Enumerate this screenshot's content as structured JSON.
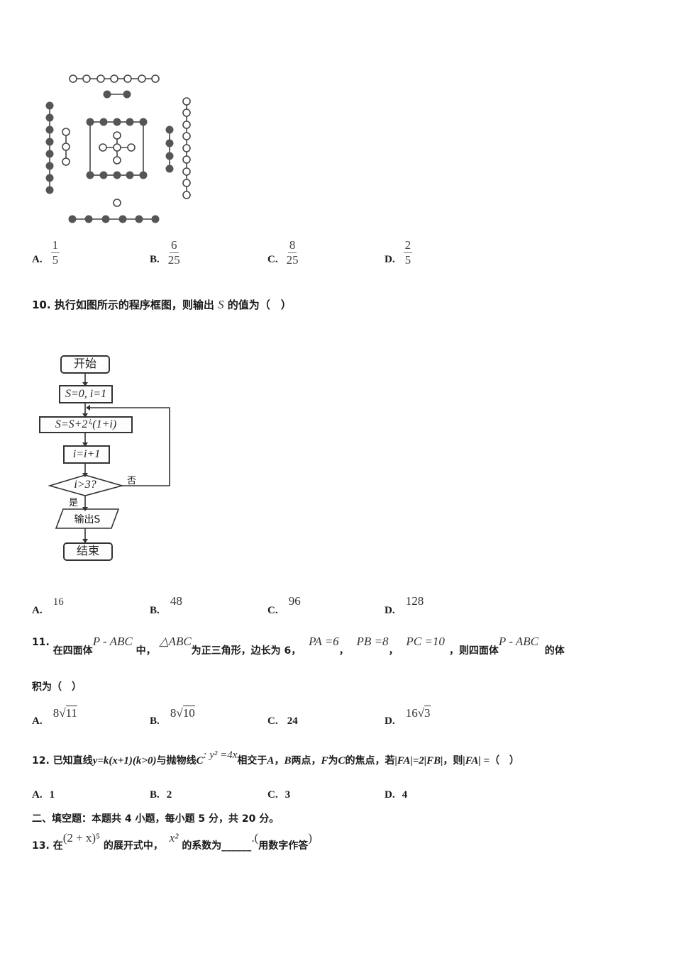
{
  "q9": {
    "figure": "luoshu-dot-diagram",
    "options": [
      {
        "label": "A.",
        "num": "1",
        "den": "5"
      },
      {
        "label": "B.",
        "num": "6",
        "den": "25"
      },
      {
        "label": "C.",
        "num": "8",
        "den": "25"
      },
      {
        "label": "D.",
        "num": "2",
        "den": "5"
      }
    ]
  },
  "q10": {
    "number": "10.",
    "text_before": "执行如图所示的程序框图，则输出",
    "var": "S",
    "text_after": "的值为（　）",
    "flowchart": {
      "start": "开始",
      "init": "S=0, i=1",
      "update_s": "S=S+2ⁱ·(1+i)",
      "update_i": "i=i+1",
      "condition": "i>3?",
      "no": "否",
      "yes": "是",
      "output": "输出S",
      "end": "结束"
    },
    "options": [
      {
        "label": "A.",
        "value": "16"
      },
      {
        "label": "B.",
        "value": "48"
      },
      {
        "label": "C.",
        "value": "96"
      },
      {
        "label": "D.",
        "value": "128"
      }
    ]
  },
  "q11": {
    "number": "11.",
    "t1": "在四面体",
    "m1": "P - ABC",
    "t2": "中，",
    "m2": "△ABC",
    "t3": "为正三角形，边长为 6，",
    "m3": "PA =6",
    "t4": "，",
    "m4": "PB =8",
    "t5": "，",
    "m5": "PC =10",
    "t6": "，则四面体",
    "m6": "P - ABC",
    "t7": "的体",
    "line2": "积为（　）",
    "options": [
      {
        "label": "A.",
        "coef": "8",
        "rad": "11"
      },
      {
        "label": "B.",
        "coef": "8",
        "rad": "10"
      },
      {
        "label": "C.",
        "value": "24"
      },
      {
        "label": "D.",
        "coef": "16",
        "rad": "3"
      }
    ]
  },
  "q12": {
    "number": "12.",
    "t1": "已知直线",
    "m1": "y=k(x+1)(k>0)",
    "t2": "与抛物线",
    "m2": "C",
    "m3": ": y² =4x",
    "t3": "相交于",
    "m4": "A",
    "t4": "，",
    "m5": "B",
    "t5": "两点，",
    "m6": "F",
    "t6": "为",
    "m7": "C",
    "t7": "的焦点，若",
    "m8": "|FA|=2|FB|",
    "t8": "，则",
    "m9": "|FA| =",
    "t9": "（　）",
    "options": [
      {
        "label": "A.",
        "value": "1"
      },
      {
        "label": "B.",
        "value": "2"
      },
      {
        "label": "C.",
        "value": "3"
      },
      {
        "label": "D.",
        "value": "4"
      }
    ]
  },
  "section2": {
    "heading": "二、填空题：本题共 4 小题，每小题 5 分，共 20 分。"
  },
  "q13": {
    "number": "13.",
    "t1": "在",
    "m1": "(2 + x)⁵",
    "t2": "的展开式中，",
    "m2": "x²",
    "t3": "的系数为______",
    "t4": ".(",
    "t5": "用数字作答",
    "t6": ")"
  }
}
